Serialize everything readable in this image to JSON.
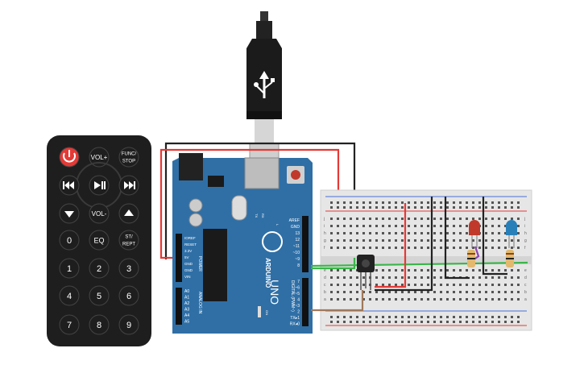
{
  "remote": {
    "buttons": [
      {
        "id": "power",
        "label": "",
        "color": "#e53935"
      },
      {
        "id": "vol_up",
        "label": "VOL+"
      },
      {
        "id": "func_stop_line1",
        "label": "FUNC/"
      },
      {
        "id": "func_stop_line2",
        "label": "STOP"
      },
      {
        "id": "prev",
        "label": ""
      },
      {
        "id": "play_pause",
        "label": ""
      },
      {
        "id": "next",
        "label": ""
      },
      {
        "id": "down",
        "label": ""
      },
      {
        "id": "vol_down",
        "label": "VOL-"
      },
      {
        "id": "up",
        "label": ""
      },
      {
        "id": "zero",
        "label": "0"
      },
      {
        "id": "eq",
        "label": "EQ"
      },
      {
        "id": "st_rept_line1",
        "label": "ST/"
      },
      {
        "id": "st_rept_line2",
        "label": "REPT"
      },
      {
        "id": "one",
        "label": "1"
      },
      {
        "id": "two",
        "label": "2"
      },
      {
        "id": "three",
        "label": "3"
      },
      {
        "id": "four",
        "label": "4"
      },
      {
        "id": "five",
        "label": "5"
      },
      {
        "id": "six",
        "label": "6"
      },
      {
        "id": "seven",
        "label": "7"
      },
      {
        "id": "eight",
        "label": "8"
      },
      {
        "id": "nine",
        "label": "9"
      }
    ]
  },
  "arduino": {
    "logo_text": "ARDUINO",
    "model_text": "UNO",
    "power_header": "POWER",
    "analog_header": "ANALOG IN",
    "digital_header": "DIGITAL (PWM~)",
    "on_label": "ON",
    "power_pins": [
      "IOREF",
      "RESET",
      "3.3V",
      "5V",
      "GND",
      "GND",
      "VIN"
    ],
    "analog_pins": [
      "A0",
      "A1",
      "A2",
      "A3",
      "A4",
      "A5"
    ],
    "digital_pins_top": [
      "AREF",
      "GND",
      "13",
      "12",
      "~11",
      "~10",
      "~9",
      "8"
    ],
    "digital_pins_bottom": [
      "7",
      "~6",
      "~5",
      "4",
      "~3",
      "2",
      "TX▸1",
      "RX◂0"
    ],
    "tx_rx": [
      "TX",
      "RX"
    ],
    "chip_labels": [
      "L"
    ]
  },
  "breadboard": {
    "row_letters_top": [
      "j",
      "i",
      "h",
      "g",
      "f"
    ],
    "row_letters_bottom": [
      "e",
      "d",
      "c",
      "b",
      "a"
    ]
  },
  "colors": {
    "board": "#2f6fa6",
    "wire_red": "#e53935",
    "wire_black": "#222222",
    "wire_green": "#3bb54a",
    "wire_brown": "#a0785a",
    "wire_purple": "#8e44ad",
    "led_red": "#c0392b",
    "led_blue": "#2980b9"
  }
}
